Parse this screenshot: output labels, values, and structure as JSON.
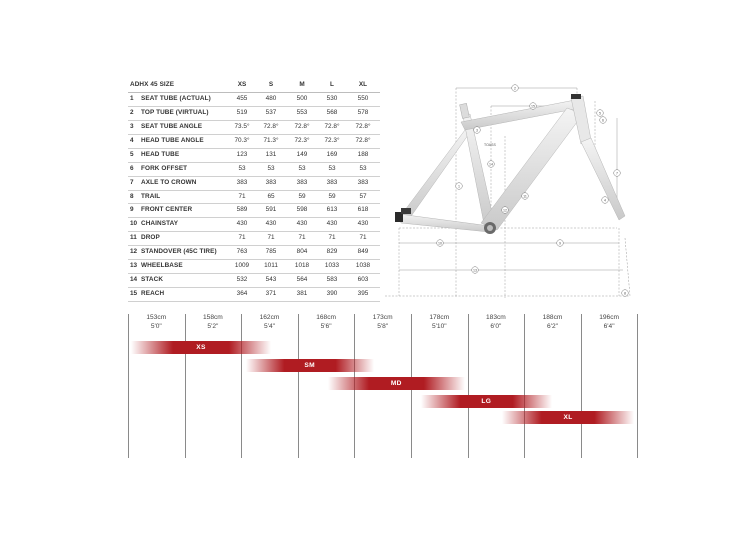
{
  "table": {
    "header": {
      "title": "ADHX 45 SIZE",
      "sizes": [
        "XS",
        "S",
        "M",
        "L",
        "XL"
      ]
    },
    "rows": [
      {
        "num": "1",
        "label": "SEAT TUBE (ACTUAL)",
        "values": [
          "455",
          "480",
          "500",
          "530",
          "550"
        ]
      },
      {
        "num": "2",
        "label": "TOP TUBE (VIRTUAL)",
        "values": [
          "519",
          "537",
          "553",
          "568",
          "578"
        ]
      },
      {
        "num": "3",
        "label": "SEAT TUBE ANGLE",
        "values": [
          "73.5°",
          "72.8°",
          "72.8°",
          "72.8°",
          "72.8°"
        ]
      },
      {
        "num": "4",
        "label": "HEAD TUBE ANGLE",
        "values": [
          "70.3°",
          "71.3°",
          "72.3°",
          "72.3°",
          "72.8°"
        ]
      },
      {
        "num": "5",
        "label": "HEAD TUBE",
        "values": [
          "123",
          "131",
          "149",
          "169",
          "188"
        ]
      },
      {
        "num": "6",
        "label": "FORK OFFSET",
        "values": [
          "53",
          "53",
          "53",
          "53",
          "53"
        ]
      },
      {
        "num": "7",
        "label": "AXLE TO CROWN",
        "values": [
          "383",
          "383",
          "383",
          "383",
          "383"
        ]
      },
      {
        "num": "8",
        "label": "TRAIL",
        "values": [
          "71",
          "65",
          "59",
          "59",
          "57"
        ]
      },
      {
        "num": "9",
        "label": "FRONT CENTER",
        "values": [
          "589",
          "591",
          "598",
          "613",
          "618"
        ]
      },
      {
        "num": "10",
        "label": "CHAINSTAY",
        "values": [
          "430",
          "430",
          "430",
          "430",
          "430"
        ]
      },
      {
        "num": "11",
        "label": "DROP",
        "values": [
          "71",
          "71",
          "71",
          "71",
          "71"
        ]
      },
      {
        "num": "12",
        "label": "STANDOVER (45C TIRE)",
        "values": [
          "763",
          "785",
          "804",
          "829",
          "849"
        ]
      },
      {
        "num": "13",
        "label": "WHEELBASE",
        "values": [
          "1009",
          "1011",
          "1018",
          "1033",
          "1038"
        ]
      },
      {
        "num": "14",
        "label": "STACK",
        "values": [
          "532",
          "543",
          "564",
          "583",
          "603"
        ]
      },
      {
        "num": "15",
        "label": "REACH",
        "values": [
          "364",
          "371",
          "381",
          "390",
          "395"
        ]
      }
    ]
  },
  "diagram": {
    "callouts": [
      "1",
      "2",
      "3",
      "4",
      "5",
      "6",
      "7",
      "8",
      "9",
      "10",
      "11",
      "12",
      "13",
      "14",
      "15"
    ],
    "small_label": "TOASS"
  },
  "size_chart": {
    "heights": [
      {
        "cm": "153cm",
        "ftin": "5'0\""
      },
      {
        "cm": "158cm",
        "ftin": "5'2\""
      },
      {
        "cm": "162cm",
        "ftin": "5'4\""
      },
      {
        "cm": "168cm",
        "ftin": "5'6\""
      },
      {
        "cm": "173cm",
        "ftin": "5'8\""
      },
      {
        "cm": "178cm",
        "ftin": "5'10\""
      },
      {
        "cm": "183cm",
        "ftin": "6'0\""
      },
      {
        "cm": "188cm",
        "ftin": "6'2\""
      },
      {
        "cm": "196cm",
        "ftin": "6'4\""
      }
    ],
    "bars": [
      {
        "label": "XS",
        "start_col": 0.05,
        "end_col": 2.53
      },
      {
        "label": "SM",
        "start_col": 2.08,
        "end_col": 4.34
      },
      {
        "label": "MD",
        "start_col": 3.53,
        "end_col": 5.95
      },
      {
        "label": "LG",
        "start_col": 5.17,
        "end_col": 7.49
      },
      {
        "label": "XL",
        "start_col": 6.61,
        "end_col": 9.0
      }
    ],
    "bar_color": "#b01c22"
  }
}
